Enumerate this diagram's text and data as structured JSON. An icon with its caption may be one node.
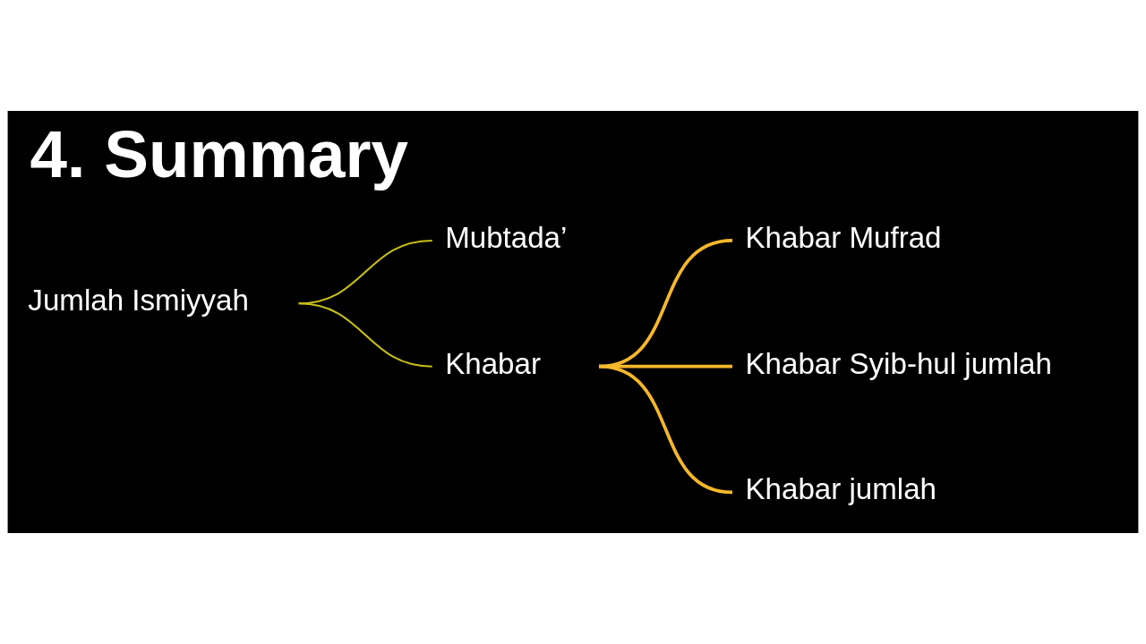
{
  "diagram": {
    "title": "4. Summary",
    "nodes": [
      {
        "text": [
          "Jumlah Ismiyyah"
        ]
      },
      {
        "text": [
          "Mubtada’"
        ]
      },
      {
        "text": [
          "Khabar"
        ]
      },
      {
        "text": [
          "Khabar Mufrad"
        ]
      },
      {
        "text": [
          "Khabar Syib-hul jumlah"
        ]
      },
      {
        "text": [
          "Khabar jumlah"
        ]
      }
    ],
    "edges": [
      {
        "from": 0,
        "to": 1,
        "arrow": "none",
        "color": "#c8c018"
      },
      {
        "from": 0,
        "to": 2,
        "arrow": "none",
        "color": "#c8c018"
      },
      {
        "from": 2,
        "to": 3,
        "arrow": "none"
      },
      {
        "from": 2,
        "to": 4,
        "arrow": "none"
      },
      {
        "from": 2,
        "to": 5,
        "arrow": "none"
      }
    ]
  }
}
